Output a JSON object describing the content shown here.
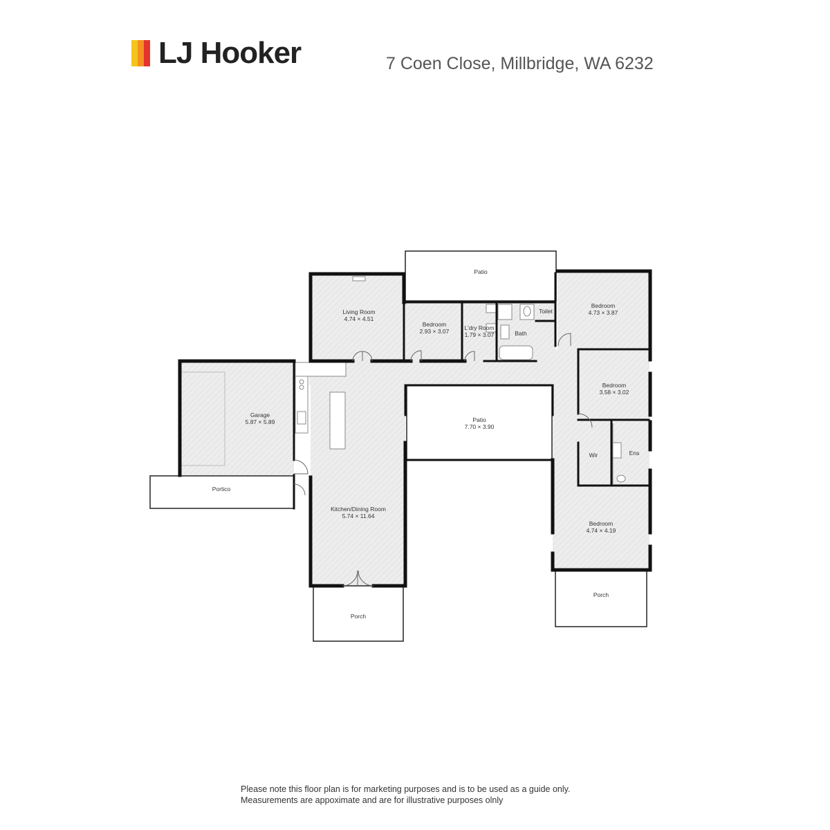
{
  "header": {
    "brand": "LJ Hooker",
    "brand_colors": [
      "#F7C41A",
      "#F39220",
      "#E5342C"
    ],
    "address": "7 Coen Close, Millbridge, WA 6232"
  },
  "rooms": {
    "patio_top": {
      "name": "Patio"
    },
    "living": {
      "name": "Living Room",
      "dims": "4.74 × 4.51"
    },
    "bedroom_small": {
      "name": "Bedroom",
      "dims": "2.93 × 3.07"
    },
    "laundry": {
      "name": "L'dry Room",
      "dims": "1.79 × 3.07"
    },
    "bath": {
      "name": "Bath"
    },
    "toilet": {
      "name": "Toilet"
    },
    "bedroom_ne": {
      "name": "Bedroom",
      "dims": "4.73 × 3.87"
    },
    "garage": {
      "name": "Garage",
      "dims": "5.87 × 5.89"
    },
    "patio_center": {
      "name": "Patio",
      "dims": "7.70 × 3.90"
    },
    "bedroom_e": {
      "name": "Bedroom",
      "dims": "3.58 × 3.02"
    },
    "wir": {
      "name": "Wir"
    },
    "ens": {
      "name": "Ens"
    },
    "portico": {
      "name": "Portico"
    },
    "kitchen": {
      "name": "Kitchen/Dining Room",
      "dims": "5.74 × 11.64"
    },
    "bedroom_se": {
      "name": "Bedroom",
      "dims": "4.74 × 4.19"
    },
    "porch_se": {
      "name": "Porch"
    },
    "porch_s": {
      "name": "Porch"
    }
  },
  "footer": {
    "line1": "Please note this floor plan is for marketing purposes and is to be used as a guide only.",
    "line2": "Measurements are appoximate and are for illustrative purposes olnly"
  }
}
